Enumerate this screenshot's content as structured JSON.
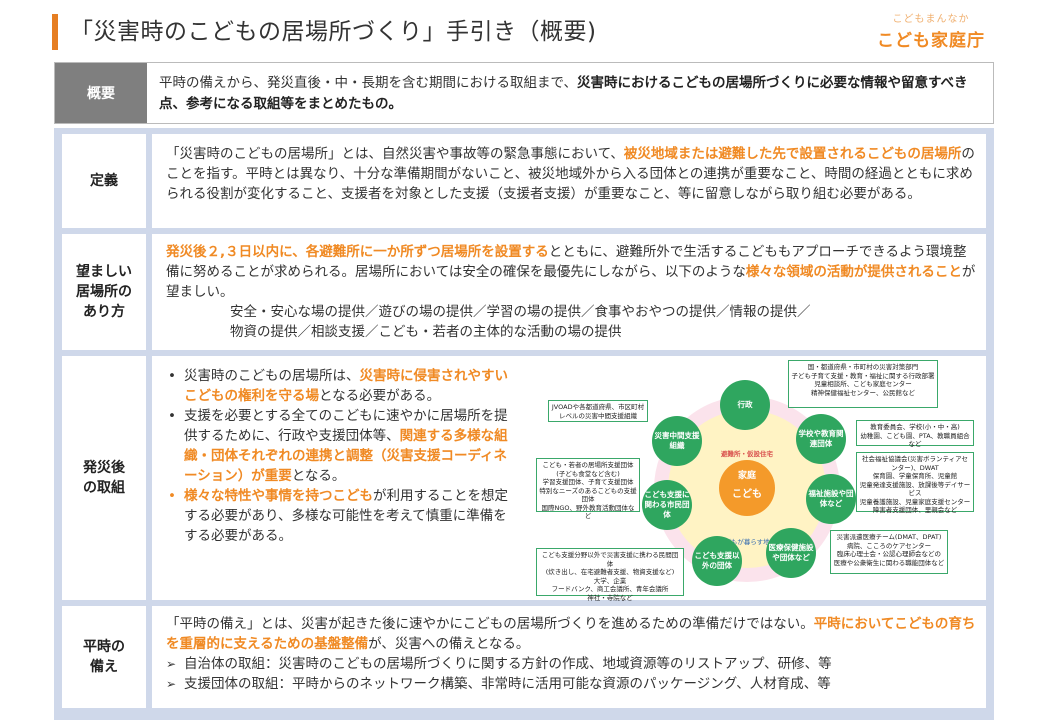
{
  "title": "「災害時のこどもの居場所づくり」手引き（概要)",
  "logo": {
    "sub": "こどもまんなか",
    "main": "こども家庭庁"
  },
  "overview": {
    "label": "概要",
    "text_a": "平時の備えから、発災直後・中・長期を含む期間における取組まで、",
    "text_b": "災害時におけるこどもの居場所づくりに必要な情報や留意すべき点、参考になる取組等をまとめたもの。"
  },
  "definition": {
    "label": "定義",
    "p1": "「災害時のこどもの居場所」とは、自然災害や事故等の緊急事態において、",
    "p2": "被災地域または避難した先で設置されるこどもの居場所",
    "p3": "のことを指す。平時とは異なり、十分な準備期間がないこと、被災地域外から入る団体との連携が重要なこと、時間の経過とともに求められる役割が変化すること、支援者を対象とした支援（支援者支援）が重要なこと、等に留意しながら取り組む必要がある。"
  },
  "ideal": {
    "label_1": "望ましい",
    "label_2": "居場所の",
    "label_3": "あり方",
    "p1": "発災後２,３日以内に、各避難所に一か所ずつ居場所を設置する",
    "p2": "とともに、避難所外で生活するこどももアプローチできるよう環境整備に努めることが求められる。居場所においては安全の確保を最優先にしながら、以下のような",
    "p3": "様々な領域の活動が提供されること",
    "p4": "が望ましい。",
    "list1": "安全・安心な場の提供／遊びの場の提供／学習の場の提供／食事やおやつの提供／情報の提供／",
    "list2": "物資の提供／相談支援／こども・若者の主体的な活動の場の提供"
  },
  "efforts": {
    "label_1": "発災後",
    "label_2": "の取組",
    "b1a": "災害時のこどもの居場所は、",
    "b1b": "災害時に侵害されやすいこどもの権利を守る場",
    "b1c": "となる必要がある。",
    "b2a": "支援を必要とする全てのこどもに速やかに居場所を提供するために、行政や支援団体等、",
    "b2b": "関連する多様な組織・団体それぞれの連携と調整（災害支援コーディネーション）が重要",
    "b2c": "となる。",
    "b3a": "様々な特性や事情を持つこども",
    "b3b": "が利用することを想定する必要があり、多様な可能性を考えて慎重に準備をする必要がある。"
  },
  "diagram": {
    "center_top": "避難所・仮設住宅",
    "center_home": "家庭",
    "center_child": "こども",
    "center_bottom": "こどもが暮らす地域",
    "nodes": {
      "gov": "行政",
      "school": "学校や教育関連団体",
      "welfare": "福祉施設や団体など",
      "medical": "医療保健施設や団体など",
      "outside": "こども支援以外の団体",
      "citizen": "こども支援に関わる市民団体",
      "disaster": "災害中間支援組織"
    },
    "boxes": {
      "gov": "国・都道府県・市町村の災害対策部門\n子ども子育て支援・教育・福祉に関する行政部署\n児童相談所、こども家庭センター\n精神保健福祉センター、公民館など",
      "school": "教育委員会、学校(小・中・高)\n幼稚園、こども園、PTA、教職員組合など",
      "welfare": "社会福祉協議会(災害ボランティアセンター)、DWAT\n保育園、学童保育所、児童館\n児童発達支援施設、放課後等デイサービス\n児童養護施設、児童家庭支援センター\n障害者支援団体、里親会など",
      "medical": "災害派遣医療チーム(DMAT、DPAT)\n病院、こころのケアセンター\n臨床心理士会・公認心理師会などの\n医療や公衆衛生に関わる職能団体など",
      "outside": "こども支援分野以外で災害支援に携わる民間団体\n(炊き出し、在宅避難者支援、物資支援など)\n大学、企業\nフードバンク、商工会議所、青年会議所\n神社・寺院など",
      "citizen": "こども・若者の居場所支援団体\n(子ども食堂など含む)\n学習支援団体、子育て支援団体\n特別なニーズのあるこどもの支援団体\n国際NGO、野外教育活動団体など",
      "disaster": "JVOADや各都道府県、市区町村レベルの災害中間支援組織"
    }
  },
  "normal": {
    "label_1": "平時の",
    "label_2": "備え",
    "p1": "「平時の備え」とは、災害が起きた後に速やかにこどもの居場所づくりを進めるための準備だけではない。",
    "p2": "平時においてこどもの育ちを重層的に支えるための基盤整備",
    "p3": "が、災害への備えとなる。",
    "a1": "自治体の取組：災害時のこどもの居場所づくりに関する方針の作成、地域資源等のリストアップ、研修、等",
    "a2": "支援団体の取組：平時からのネットワーク構築、非常時に活用可能な資源のパッケージング、人材育成、等"
  }
}
